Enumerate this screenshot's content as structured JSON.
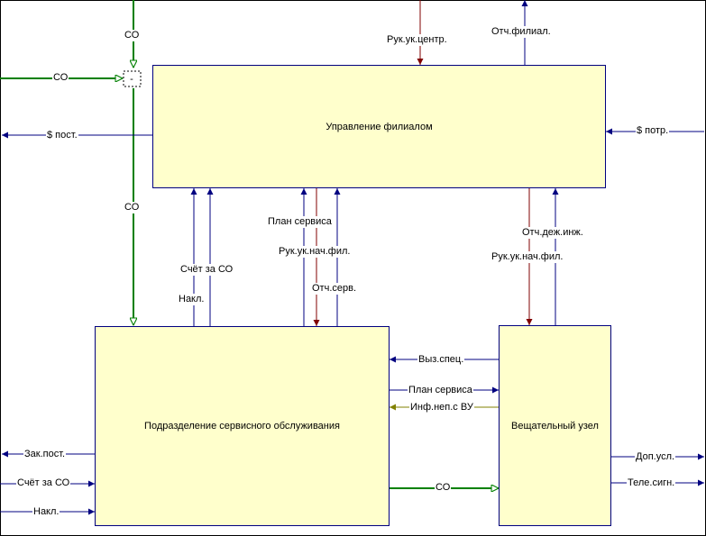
{
  "boxes": {
    "management": "Управление филиалом",
    "service": "Подразделение сервисного обслуживания",
    "broadcast": "Вещательный узел"
  },
  "junction": "-",
  "labels": {
    "co_top": "СО",
    "co_left": "СО",
    "co_mid": "СО",
    "co_bottom": "СО",
    "ruk_centr": "Рук.ук.центр.",
    "otch_filial": "Отч.филиал.",
    "s_post": "$ пост.",
    "s_potr": "$ потр.",
    "plan_servisa_up": "План сервиса",
    "ruk_nach_fil_svc": "Рук.ук.нач.фил.",
    "otch_serv": "Отч.серв.",
    "schet_co_up": "Счёт за СО",
    "nakl_up": "Накл.",
    "otch_dezh_inzh": "Отч.деж.инж.",
    "ruk_nach_fil_bc": "Рук.ук.нач.фил.",
    "vyz_spec": "Выз.спец.",
    "plan_servisa_right": "План сервиса",
    "inf_nep": "Инф.неп.с ВУ",
    "zak_post": "Зак.пост.",
    "schet_co_in": "Счёт за СО",
    "nakl_in": "Накл.",
    "dop_usl": "Доп.усл.",
    "tele_sign": "Теле.сигн."
  },
  "colors": {
    "box_fill": "#ffffcc",
    "data_arrow": "#000080",
    "co_arrow": "#008000",
    "control_arrow": "#800000",
    "feedback_arrow": "#808000"
  }
}
